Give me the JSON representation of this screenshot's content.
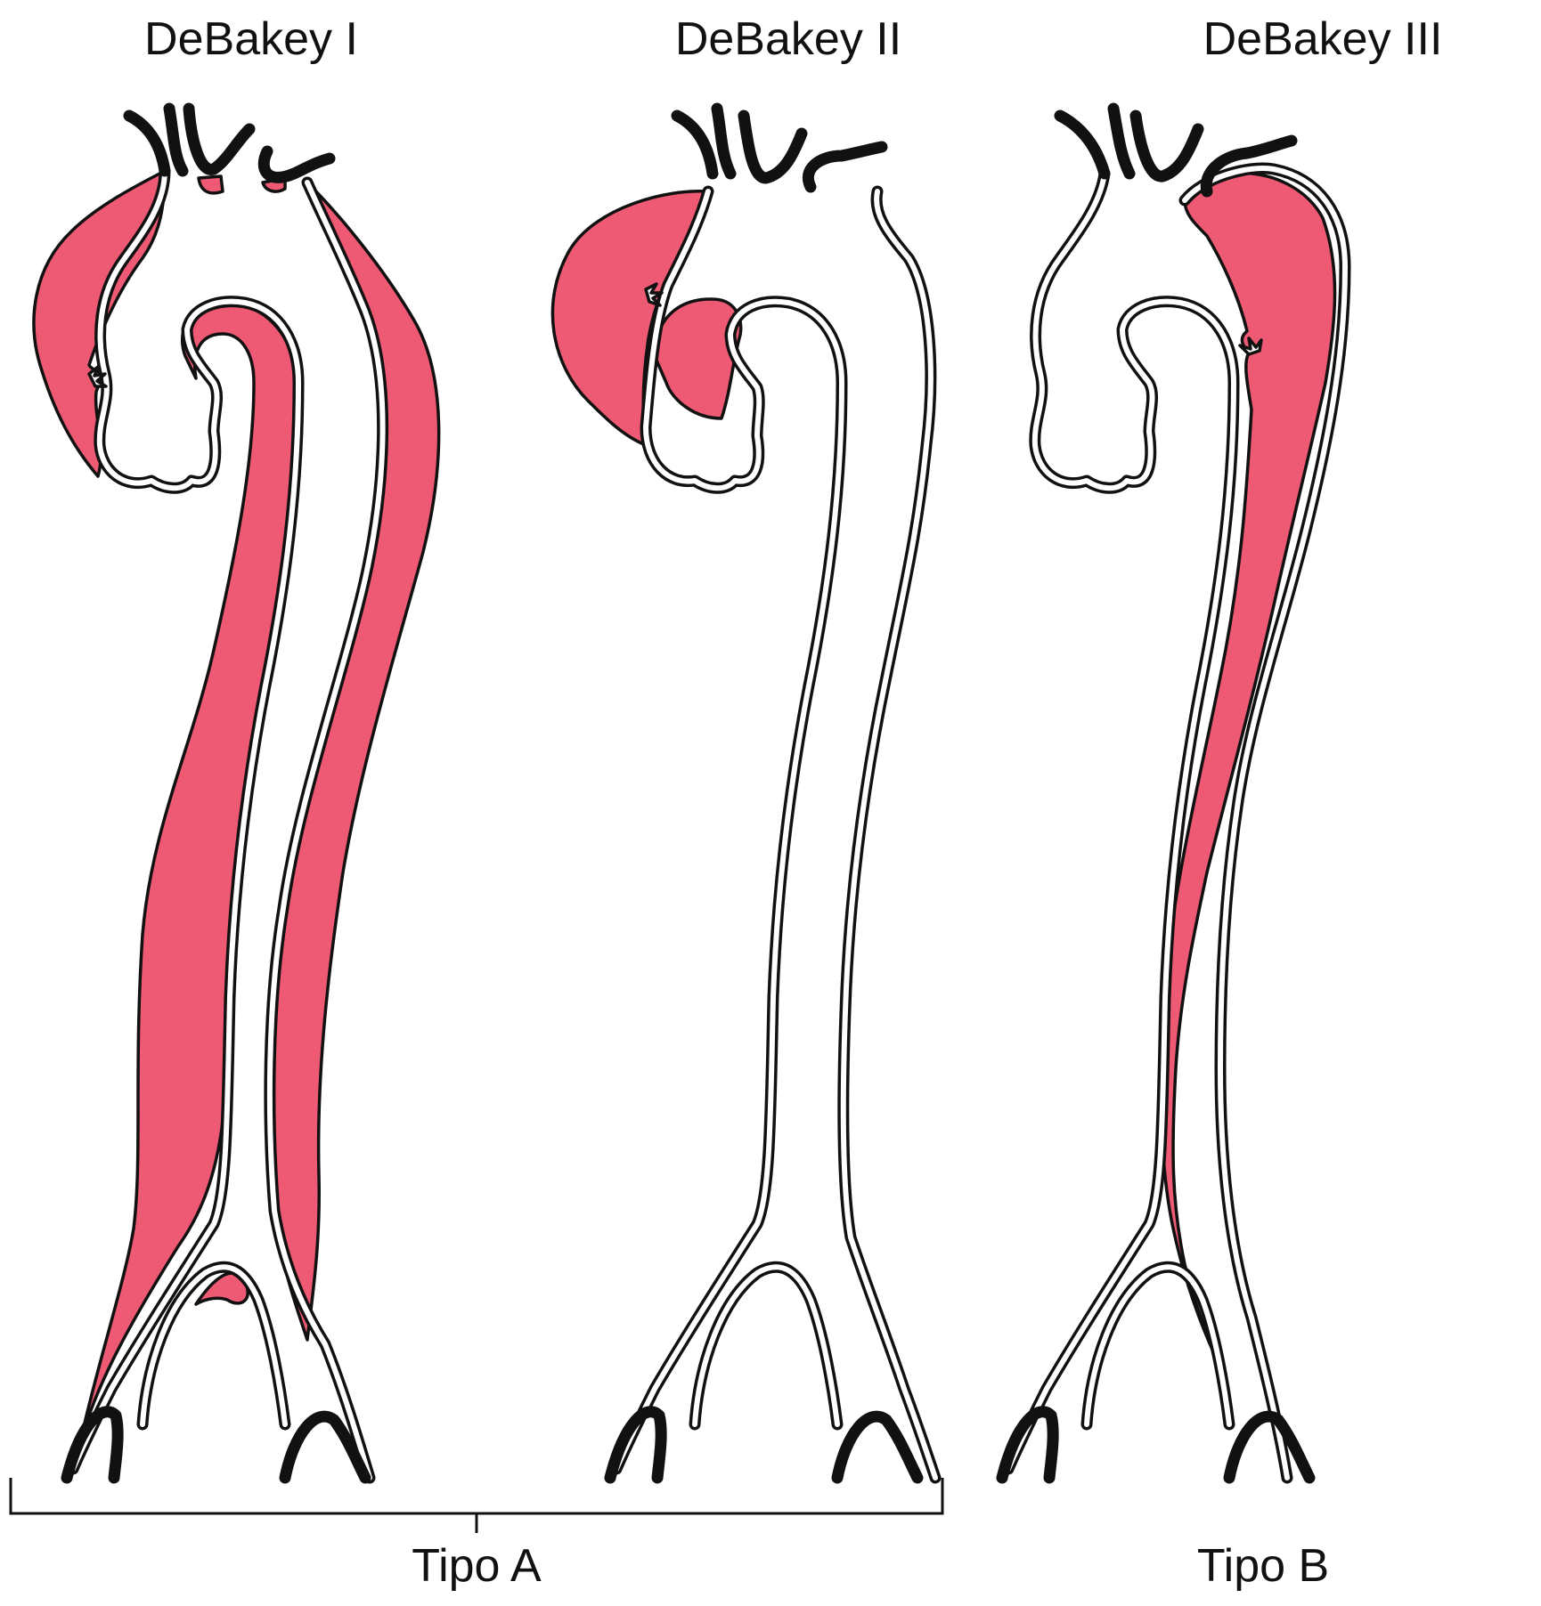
{
  "diagram": {
    "panels": [
      {
        "title": "DeBakey I"
      },
      {
        "title": "DeBakey II"
      },
      {
        "title": "DeBakey III"
      }
    ],
    "groups": [
      {
        "label": "Tipo A"
      },
      {
        "label": "Tipo B"
      }
    ]
  },
  "colors": {
    "false_lumen": "#ee5a73",
    "outline": "#111111",
    "background": "#ffffff"
  }
}
